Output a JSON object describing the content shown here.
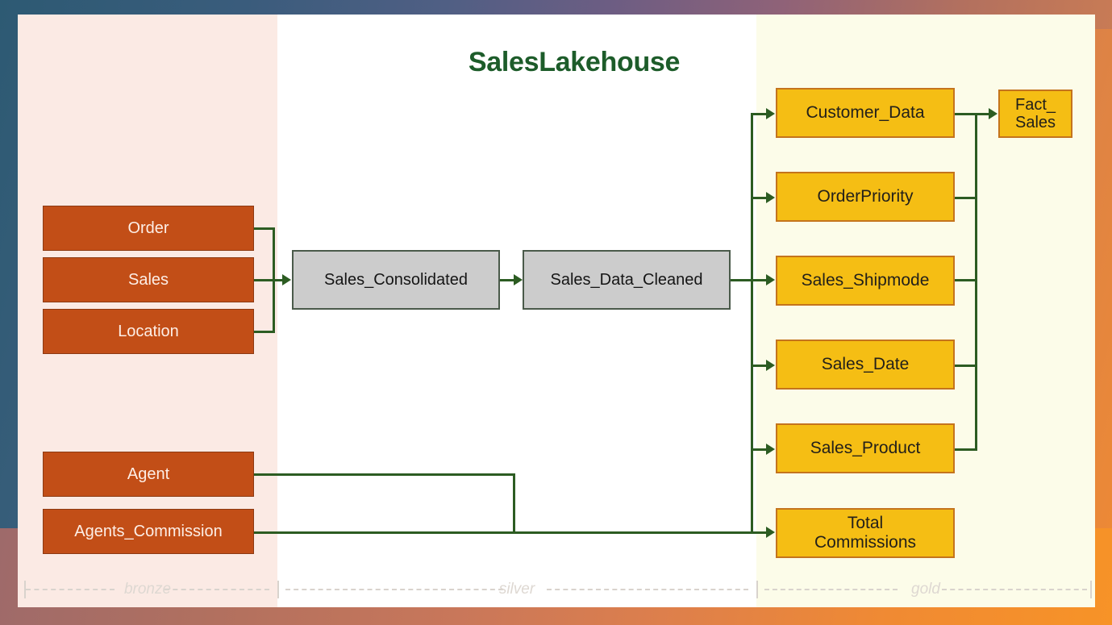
{
  "title": "SalesLakehouse",
  "colors": {
    "title_green": "#1d5c2a",
    "bronze_fill": "#c24e17",
    "bronze_zone_bg": "#fbeae4",
    "silver_fill": "#cccccc",
    "silver_zone_bg": "#ffffff",
    "gold_fill": "#f5be14",
    "gold_zone_bg": "#fcfce9",
    "connector_green": "#2c5c22"
  },
  "zones": [
    {
      "key": "bronze",
      "label": "bronze"
    },
    {
      "key": "silver",
      "label": "silver"
    },
    {
      "key": "gold",
      "label": "gold"
    }
  ],
  "bronze_nodes": [
    {
      "label": "Order"
    },
    {
      "label": "Sales"
    },
    {
      "label": "Location"
    },
    {
      "label": "Agent"
    },
    {
      "label": "Agents_Commission"
    }
  ],
  "silver_nodes": [
    {
      "label": "Sales_Consolidated"
    },
    {
      "label": "Sales_Data_Cleaned"
    }
  ],
  "gold_nodes": [
    {
      "label": "Customer_Data"
    },
    {
      "label": "OrderPriority"
    },
    {
      "label": "Sales_Shipmode"
    },
    {
      "label": "Sales_Date"
    },
    {
      "label": "Sales_Product"
    },
    {
      "label_line1": "Total",
      "label_line2": "Commissions"
    }
  ],
  "fact_node": {
    "label_line1": "Fact_",
    "label_line2": "Sales"
  }
}
